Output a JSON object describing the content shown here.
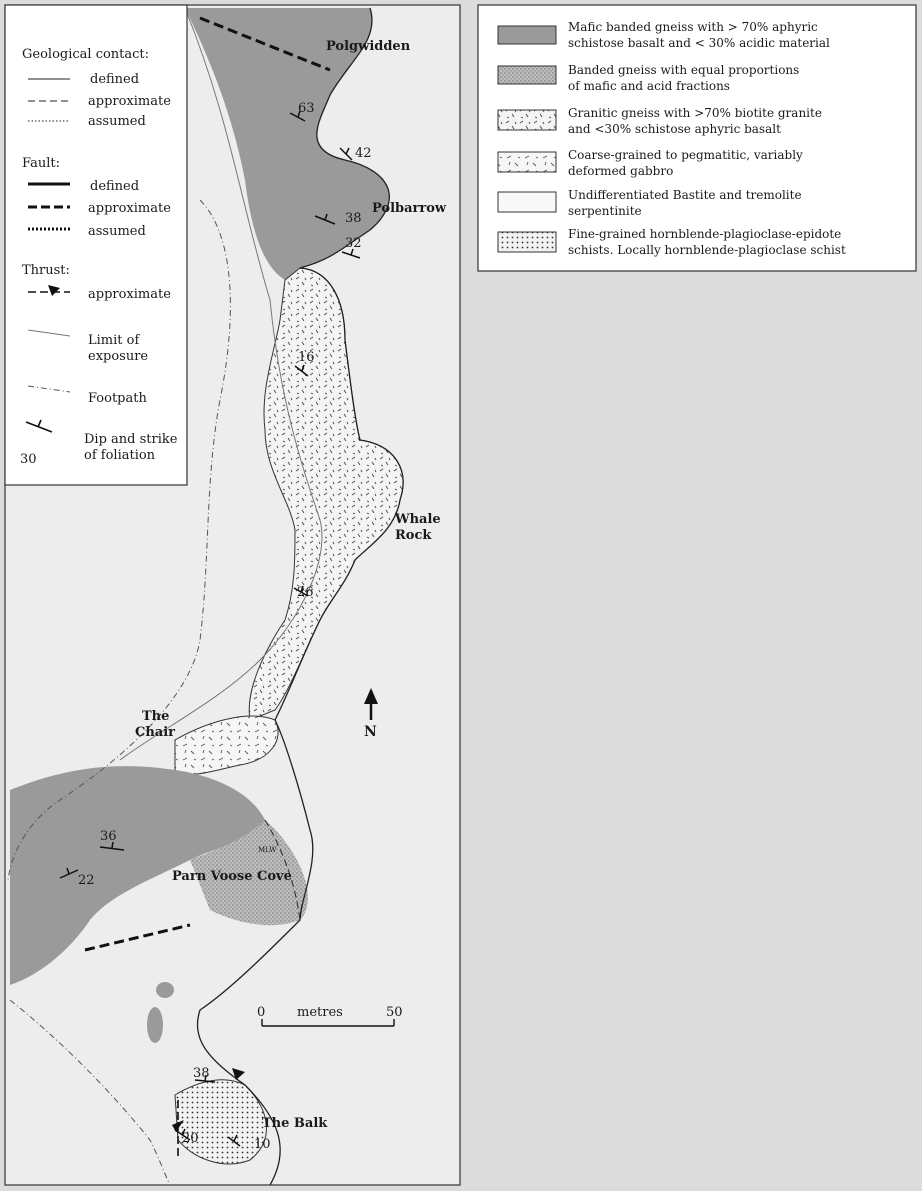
{
  "legend_left": {
    "geological_contact": {
      "title": "Geological contact:",
      "defined": "defined",
      "approximate": "approximate",
      "assumed": "assumed"
    },
    "fault": {
      "title": "Fault:",
      "defined": "defined",
      "approximate": "approximate",
      "assumed": "assumed"
    },
    "thrust": {
      "title": "Thrust:",
      "approximate": "approximate"
    },
    "limit_of_exposure": [
      "Limit of",
      "exposure"
    ],
    "footpath": "Footpath",
    "dip_strike": {
      "value": "30",
      "lines": [
        "Dip and strike",
        "of foliation"
      ]
    }
  },
  "legend_right": [
    {
      "lines": [
        "Mafic banded gneiss with > 70% aphyric",
        "schistose basalt and < 30% acidic material"
      ],
      "swatch": "mafic"
    },
    {
      "lines": [
        "Banded gneiss with equal proportions",
        "of mafic and acid fractions"
      ],
      "swatch": "banded"
    },
    {
      "lines": [
        "Granitic gneiss with >70% biotite granite",
        "and <30% schistose aphyric basalt"
      ],
      "swatch": "granitic"
    },
    {
      "lines": [
        "Coarse-grained to pegmatitic, variably",
        "deformed gabbro"
      ],
      "swatch": "gabbro"
    },
    {
      "lines": [
        "Undifferentiated Bastite and tremolite",
        "serpentinite"
      ],
      "swatch": "serpentinite"
    },
    {
      "lines": [
        "Fine-grained hornblende-plagioclase-epidote",
        "schists. Locally hornblende-plagioclase schist"
      ],
      "swatch": "schist"
    }
  ],
  "places": {
    "polgwidden": "Polgwidden",
    "polbarrow": "Polbarrow",
    "whale_rock": [
      "Whale",
      "Rock"
    ],
    "the_chair": [
      "The",
      "Chair"
    ],
    "parn_voose_cove": "Parn Voose Cove",
    "the_balk": "The Balk",
    "mlw": "MLW"
  },
  "dips": [
    "63",
    "42",
    "38",
    "32",
    "16",
    "26",
    "36",
    "22",
    "38",
    "20",
    "10"
  ],
  "north": "N",
  "scale": {
    "start": "0",
    "unit": "metres",
    "end": "50"
  },
  "colors": {
    "mafic": "#9a9a9a",
    "land": "#ededed",
    "background": "#dcdcdc",
    "ink": "#1a1a1a"
  }
}
